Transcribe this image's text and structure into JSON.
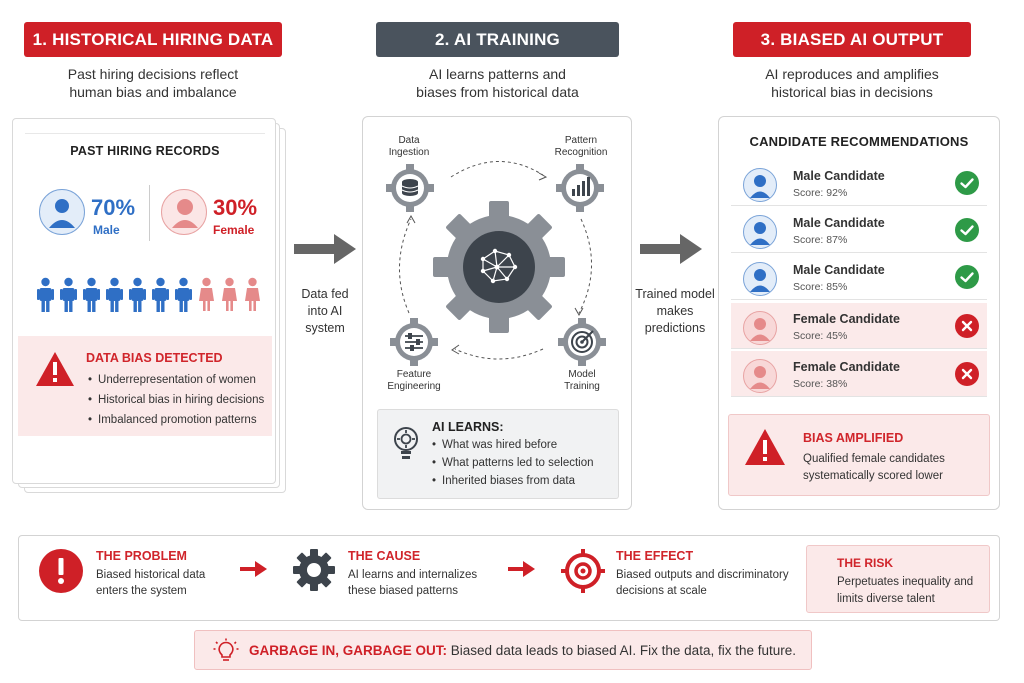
{
  "header1": {
    "label": "1. HISTORICAL HIRING DATA",
    "sub_line1": "Past hiring decisions reflect",
    "sub_line2": "human bias and imbalance"
  },
  "header2": {
    "label": "2. AI TRAINING",
    "sub_line1": "AI learns patterns and",
    "sub_line2": "biases from historical data"
  },
  "header3": {
    "label": "3. BIASED AI OUTPUT",
    "sub_line1": "AI reproduces and amplifies",
    "sub_line2": "historical bias in decisions"
  },
  "records": {
    "title": "PAST HIRING RECORDS",
    "male_pct": "70%",
    "male_label": "Male",
    "female_pct": "30%",
    "female_label": "Female",
    "male_count": 7,
    "female_count": 3
  },
  "bias_detected": {
    "title": "DATA BIAS DETECTED",
    "items": [
      "Underrepresentation of women",
      "Historical bias in hiring decisions",
      "Imbalanced promotion patterns"
    ]
  },
  "arrow1_label": [
    "Data fed",
    "into AI",
    "system"
  ],
  "arrow2_label": [
    "Trained model",
    "makes",
    "predictions"
  ],
  "training": {
    "steps": {
      "ingestion": [
        "Data",
        "Ingestion"
      ],
      "recognition": [
        "Pattern",
        "Recognition"
      ],
      "engineering": [
        "Feature",
        "Engineering"
      ],
      "model": [
        "Model",
        "Training"
      ]
    },
    "learns_title": "AI LEARNS:",
    "learns_items": [
      "What was hired before",
      "What patterns led to selection",
      "Inherited biases from data"
    ]
  },
  "recommendations": {
    "title": "CANDIDATE RECOMMENDATIONS",
    "candidates": [
      {
        "name": "Male Candidate",
        "score": "Score: 92%",
        "status": "accepted"
      },
      {
        "name": "Male Candidate",
        "score": "Score: 87%",
        "status": "accepted"
      },
      {
        "name": "Male Candidate",
        "score": "Score: 85%",
        "status": "accepted"
      },
      {
        "name": "Female Candidate",
        "score": "Score: 45%",
        "status": "rejected"
      },
      {
        "name": "Female Candidate",
        "score": "Score: 38%",
        "status": "rejected"
      }
    ]
  },
  "bias_amplified": {
    "title": "BIAS AMPLIFIED",
    "line1": "Qualified female candidates",
    "line2": "systematically scored lower"
  },
  "summary": {
    "problem": {
      "title": "THE PROBLEM",
      "line1": "Biased historical data",
      "line2": "enters the system"
    },
    "cause": {
      "title": "THE CAUSE",
      "line1": "AI learns and internalizes",
      "line2": "these biased patterns"
    },
    "effect": {
      "title": "THE EFFECT",
      "line1": "Biased outputs and discriminatory",
      "line2": "decisions at scale"
    },
    "risk": {
      "title": "THE RISK",
      "line1": "Perpetuates inequality and",
      "line2": "limits diverse talent"
    }
  },
  "banner": {
    "bold": "GARBAGE IN, GARBAGE OUT:",
    "text": "Biased data leads to biased AI. Fix the data, fix the future."
  },
  "colors": {
    "red": "#cf2027",
    "dark": "#4a535d",
    "blue": "#2f6fc5",
    "pink": "#e58a8a",
    "green": "#2e9a47"
  }
}
